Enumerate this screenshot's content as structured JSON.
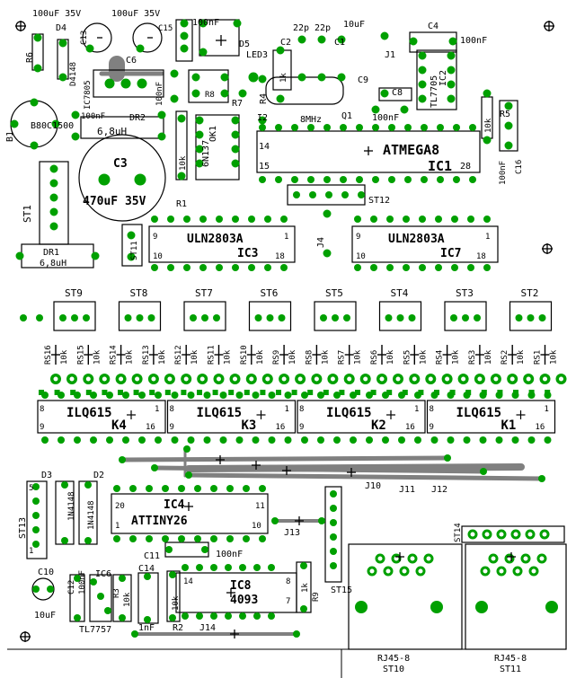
{
  "top": {
    "cap1": "100uF 35V",
    "cap2": "100uF 35V",
    "cap3": "100nF",
    "c13": "C13",
    "c15": "C15",
    "d4": "D4",
    "r6": "R6",
    "d4148": "D4148",
    "c6": "C6",
    "ic7805": "IC7805",
    "nf100a": "100nF",
    "nf100b": "100nF",
    "dr2": "DR2",
    "uh68a": "6,8uH",
    "d5": "D5",
    "led3": "LED3",
    "r7": "R7",
    "r8": "R8",
    "b1": "B1",
    "b80": "B80C1500",
    "c3": "C3",
    "c3v": "470uF 35V",
    "r4": "R4",
    "r4v": "1k",
    "c2": "C2",
    "zp1": "22p",
    "zp2": "22p",
    "c1": "C1",
    "uf10": "10uF",
    "j1": "J1",
    "c9": "C9",
    "c4": "C4",
    "c4v": "100nF",
    "ic2": "IC2",
    "tl": "TL7705",
    "c8": "C8",
    "c8v": "100nF",
    "i2": "I2",
    "mhz": "8MHz",
    "q1": "Q1",
    "r5": "R5",
    "r5v": "10k",
    "c16": "C16",
    "c16v": "100nF",
    "ok1": "OK1",
    "i6n": "6N137",
    "r1": "R1",
    "r1v": "10k",
    "atmega": "ATMEGA8",
    "ic1": "IC1",
    "p14": "14",
    "p15": "15",
    "p28": "28",
    "st1": "ST1",
    "st12": "ST12",
    "j4": "J4",
    "st11a": "ST11",
    "dr1": "DR1",
    "uh68b": "6,8uH",
    "uln1": "ULN2803A",
    "ic3": "IC3",
    "uln2": "ULN2803A",
    "ic7": "IC7",
    "p9": "9",
    "p1": "1",
    "p10": "10",
    "p18": "18"
  },
  "channels": {
    "st": [
      "ST9",
      "ST8",
      "ST7",
      "ST6",
      "ST5",
      "ST4",
      "ST3",
      "ST2"
    ],
    "rs": [
      "RS16",
      "RS15",
      "RS14",
      "RS13",
      "RS12",
      "RS11",
      "RS10",
      "RS9",
      "RS8",
      "RS7",
      "RS6",
      "RS5",
      "RS4",
      "RS3",
      "RS2",
      "RS1"
    ],
    "k10": "10k"
  },
  "opto": {
    "name": "ILQ615",
    "k": [
      "K4",
      "K3",
      "K2",
      "K1"
    ],
    "p1": "1",
    "p8": "8",
    "p9": "9",
    "p16": "16"
  },
  "bottom": {
    "d3": "D3",
    "d2": "D2",
    "n4148a": "1N4148",
    "n4148b": "1N4148",
    "st13": "ST13",
    "p5": "5",
    "p1": "1",
    "ic4": "IC4",
    "attiny": "ATTINY26",
    "p20": "20",
    "p11": "11",
    "p10": "10",
    "p1b": "1",
    "j10": "J10",
    "j11": "J11",
    "j12": "J12",
    "j13": "J13",
    "j14": "J14",
    "c11": "C11",
    "c11v": "100nF",
    "c12": "C12",
    "c12v": "100nF",
    "c10": "C10",
    "uf10b": "10uF",
    "ic6": "IC6",
    "tl2": "TL7757",
    "r3": "R3",
    "r3v": "10k",
    "c14": "C14",
    "nf1": "1nF",
    "r2": "R2",
    "r2v": "10k",
    "ic8": "IC8",
    "c4093": "4093",
    "p14b": "14",
    "p8": "8",
    "p7": "7",
    "r9": "R9",
    "r9v": "1k",
    "st15": "ST15",
    "st14": "ST14",
    "rj1": "RJ45-8",
    "st10": "ST10",
    "rj2": "RJ45-8",
    "st11": "ST11"
  },
  "colors": {
    "trace": "#808080",
    "pad": "#00a000",
    "pad_inner": "#ffffff",
    "silk": "#000000"
  }
}
